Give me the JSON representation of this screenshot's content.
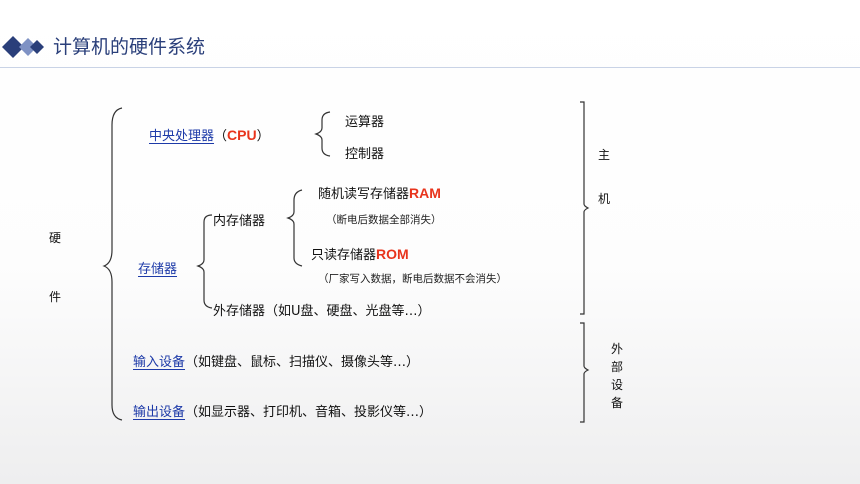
{
  "title": "计算机的硬件系统",
  "root": {
    "char1": "硬",
    "char2": "件"
  },
  "cpu": {
    "label": "中央处理器",
    "paren_open": "（",
    "abbr": "CPU",
    "paren_close": "）",
    "children": [
      "运算器",
      "控制器"
    ]
  },
  "memory": {
    "label": "存储器",
    "internal": {
      "label": "内存储器",
      "ram": {
        "label": "随机读写存储器",
        "abbr": "RAM",
        "note": "（断电后数据全部消失）"
      },
      "rom": {
        "label": "只读存储器",
        "abbr": "ROM",
        "note": "（厂家写入数据，断电后数据不会消失）"
      }
    },
    "external": {
      "label": "外存储器",
      "note": "（如U盘、硬盘、光盘等…）"
    }
  },
  "input": {
    "label": "输入设备",
    "note": "（如键盘、鼠标、扫描仪、摄像头等…）"
  },
  "output": {
    "label": "输出设备",
    "note": "（如显示器、打印机、音箱、投影仪等…）"
  },
  "host": {
    "chars": [
      "主",
      "机"
    ]
  },
  "peripheral": {
    "chars": [
      "外",
      "部",
      "设",
      "备"
    ]
  },
  "colors": {
    "title": "#2a3f7a",
    "link": "#1d3aa8",
    "highlight": "#e8341c"
  }
}
